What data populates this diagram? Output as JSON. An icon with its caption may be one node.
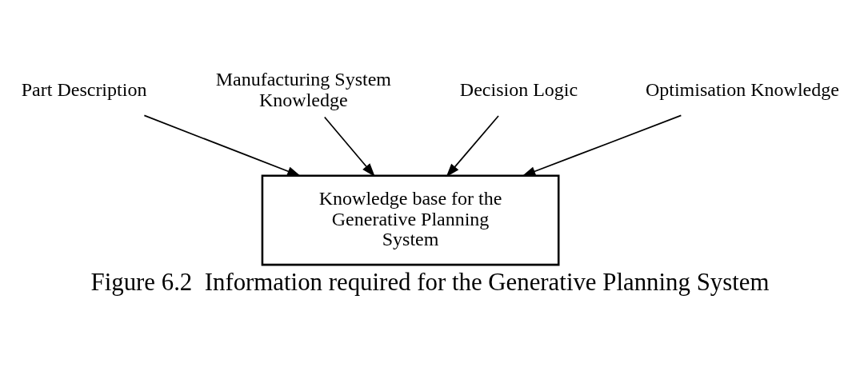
{
  "diagram": {
    "caption": "Figure 6.2  Information required for the Generative Planning System",
    "nodes": [
      {
        "text": [
          "Manufacturing System Knowledge"
        ]
      },
      {
        "text": [
          "Decision Logic"
        ]
      },
      {
        "text": [
          "Part Description"
        ]
      },
      {
        "text": [
          "Optimisation Knowledge"
        ]
      },
      {
        "text": [
          "Knowledge base for the Generative Planning System"
        ]
      }
    ],
    "edges": [
      {
        "from": 2,
        "to": 4,
        "arrow": "to"
      },
      {
        "from": 0,
        "to": 4,
        "arrow": "to"
      },
      {
        "from": 1,
        "to": 4,
        "arrow": "to"
      },
      {
        "from": 3,
        "to": 4,
        "arrow": "to"
      }
    ]
  }
}
